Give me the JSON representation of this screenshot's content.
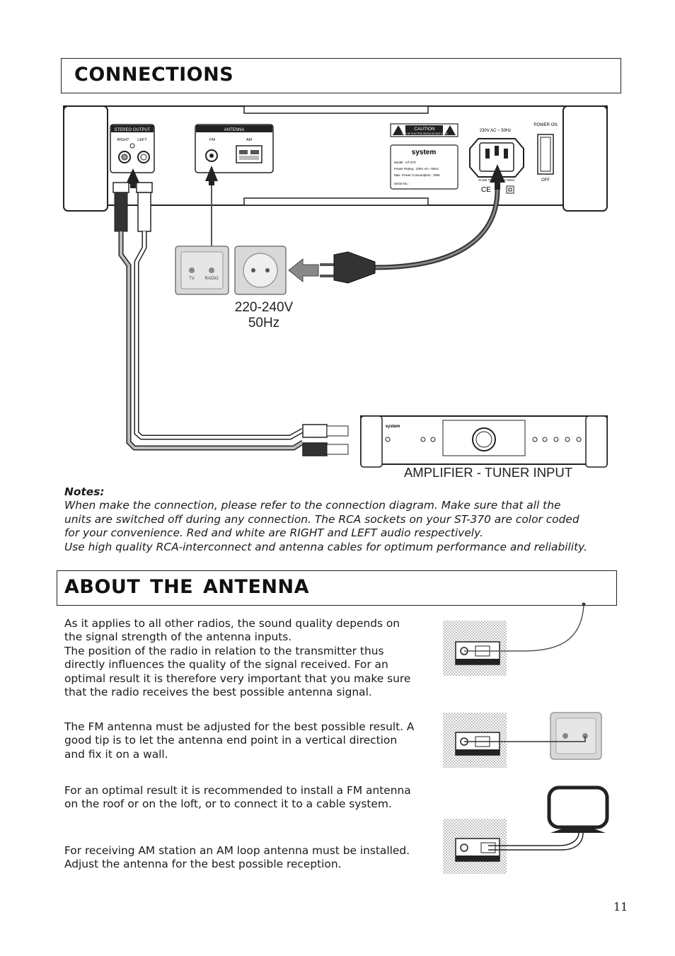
{
  "sections": {
    "connections": {
      "title": "CONNECTIONS"
    },
    "antenna": {
      "title": "ABOUT THE ANTENNA"
    }
  },
  "diagram": {
    "stereo_output": "STEREO OUTPUT",
    "right": "RIGHT",
    "left": "LEFT",
    "antenna": "ANTENNA",
    "fm": "FM",
    "am": "AM",
    "caution": "CAUTION",
    "caution_sub": "RISK OF ELECTRIC SHOCK DO NOT OPEN",
    "brand": "system",
    "label_model": "Model : ST-370",
    "label_power": "Power Rating : 230V AC~ 50Hz",
    "label_max": "Max. Power Consumption : 30W",
    "label_serial": "Serial No. :",
    "ac_rating": "230V AC ~ 50Hz",
    "fuse": "FUSE T0.5AL 250V 50Hz",
    "power_on": "POWER ON",
    "power_off": "OFF",
    "ce": "CE",
    "wall_tv": "TV",
    "wall_radio": "RADIO",
    "voltage": "220-240V",
    "frequency": "50Hz",
    "amp_label": "AMPLIFIER - TUNER INPUT"
  },
  "notes": {
    "title": "Notes:",
    "lines": [
      "When make the connection, please refer to the connection diagram. Make sure that all the",
      "units are switched off during any connection. The RCA sockets on your ST-370 are color coded",
      "for your convenience. Red and white are RIGHT and LEFT audio respectively.",
      "Use high quality RCA-interconnect and antenna cables for optimum performance and reliability."
    ]
  },
  "antenna_text": {
    "para1": [
      "As it applies to all other radios, the sound quality depends on",
      "the signal strength of the antenna inputs.",
      "The position of the radio in relation to the transmitter thus",
      "directly influences the quality of the signal received. For an",
      "optimal result it is therefore very important that you make sure",
      "that the radio receives the best possible antenna signal."
    ],
    "para2": [
      "The FM antenna must be adjusted for the best possible result. A",
      "good tip is to let the antenna end point in a vertical direction",
      "and fix it on a wall."
    ],
    "para3": [
      "For an optimal result it is recommended to install a FM antenna",
      "on the roof or on the loft, or to connect it to a cable system."
    ],
    "para4": [
      "For receiving AM station an AM loop antenna must be installed.",
      "Adjust the antenna for the best possible reception."
    ]
  },
  "page_number": "11"
}
